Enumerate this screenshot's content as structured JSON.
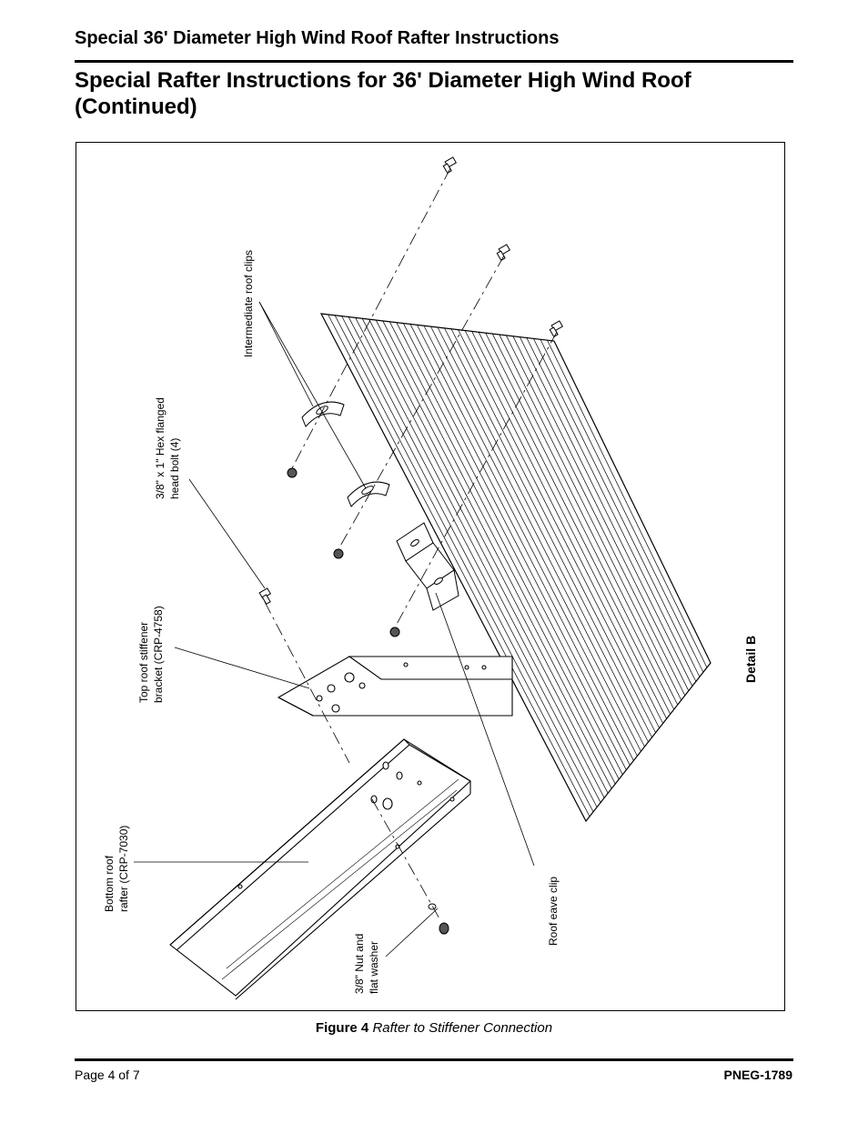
{
  "header": {
    "title": "Special 36' Diameter High Wind Roof Rafter Instructions"
  },
  "section": {
    "title": "Special Rafter Instructions for 36' Diameter High Wind Roof (Continued)"
  },
  "figure": {
    "labels": {
      "intermediate_clips": "Intermediate roof clips",
      "hex_bolt_line1": "3/8\" x 1\" Hex flanged",
      "hex_bolt_line2": "head bolt (4)",
      "stiffener_line1": "Top roof stiffener",
      "stiffener_line2": "bracket (CRP-4758)",
      "rafter_line1": "Bottom roof",
      "rafter_line2": "rafter (CRP-7030)",
      "nut_line1": "3/8\" Nut and",
      "nut_line2": "flat washer",
      "eave_clip": "Roof eave clip",
      "detail": "Detail B"
    },
    "caption_number": "Figure 4",
    "caption_title": "Rafter to Stiffener Connection"
  },
  "footer": {
    "page": "Page 4 of 7",
    "doc_number": "PNEG-1789"
  }
}
